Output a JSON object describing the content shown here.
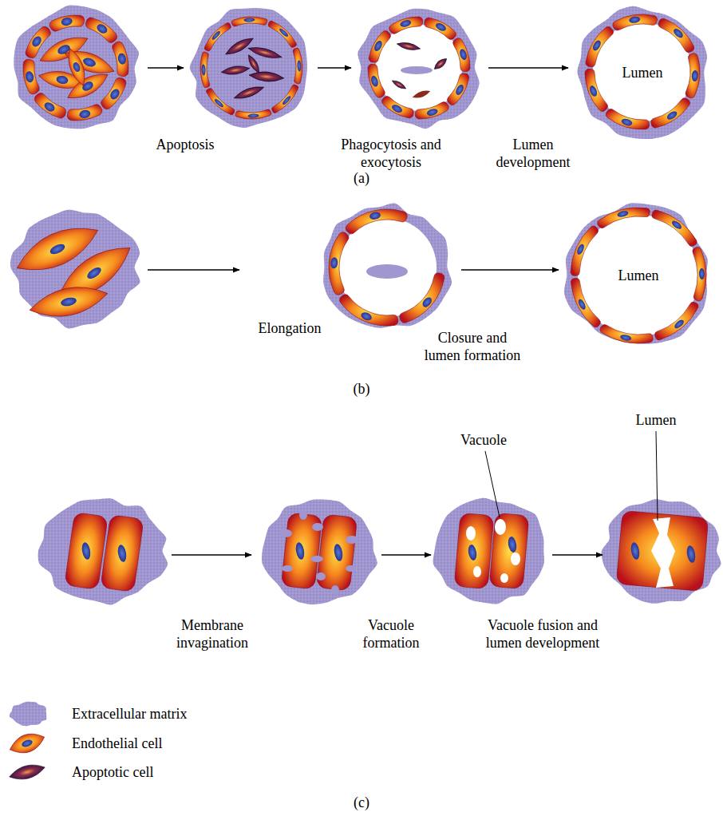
{
  "diagram": {
    "labels": [
      "Lumen",
      "Apoptosis",
      "Phagocytosis and exocytosis",
      "Lumen development",
      "(a)",
      "Lumen",
      "Elongation",
      "Closure and lumen formation",
      "(b)",
      "Lumen",
      "Vacuole",
      "Membrane invagination",
      "Vacuole formation",
      "Vacuole fusion and lumen development",
      "(c)"
    ],
    "legend": [
      {
        "text": "Extracellular matrix",
        "color": "#a197d0"
      },
      {
        "text": "Endothelial cell"
      },
      {
        "text": "Apoptotic cell"
      }
    ]
  }
}
